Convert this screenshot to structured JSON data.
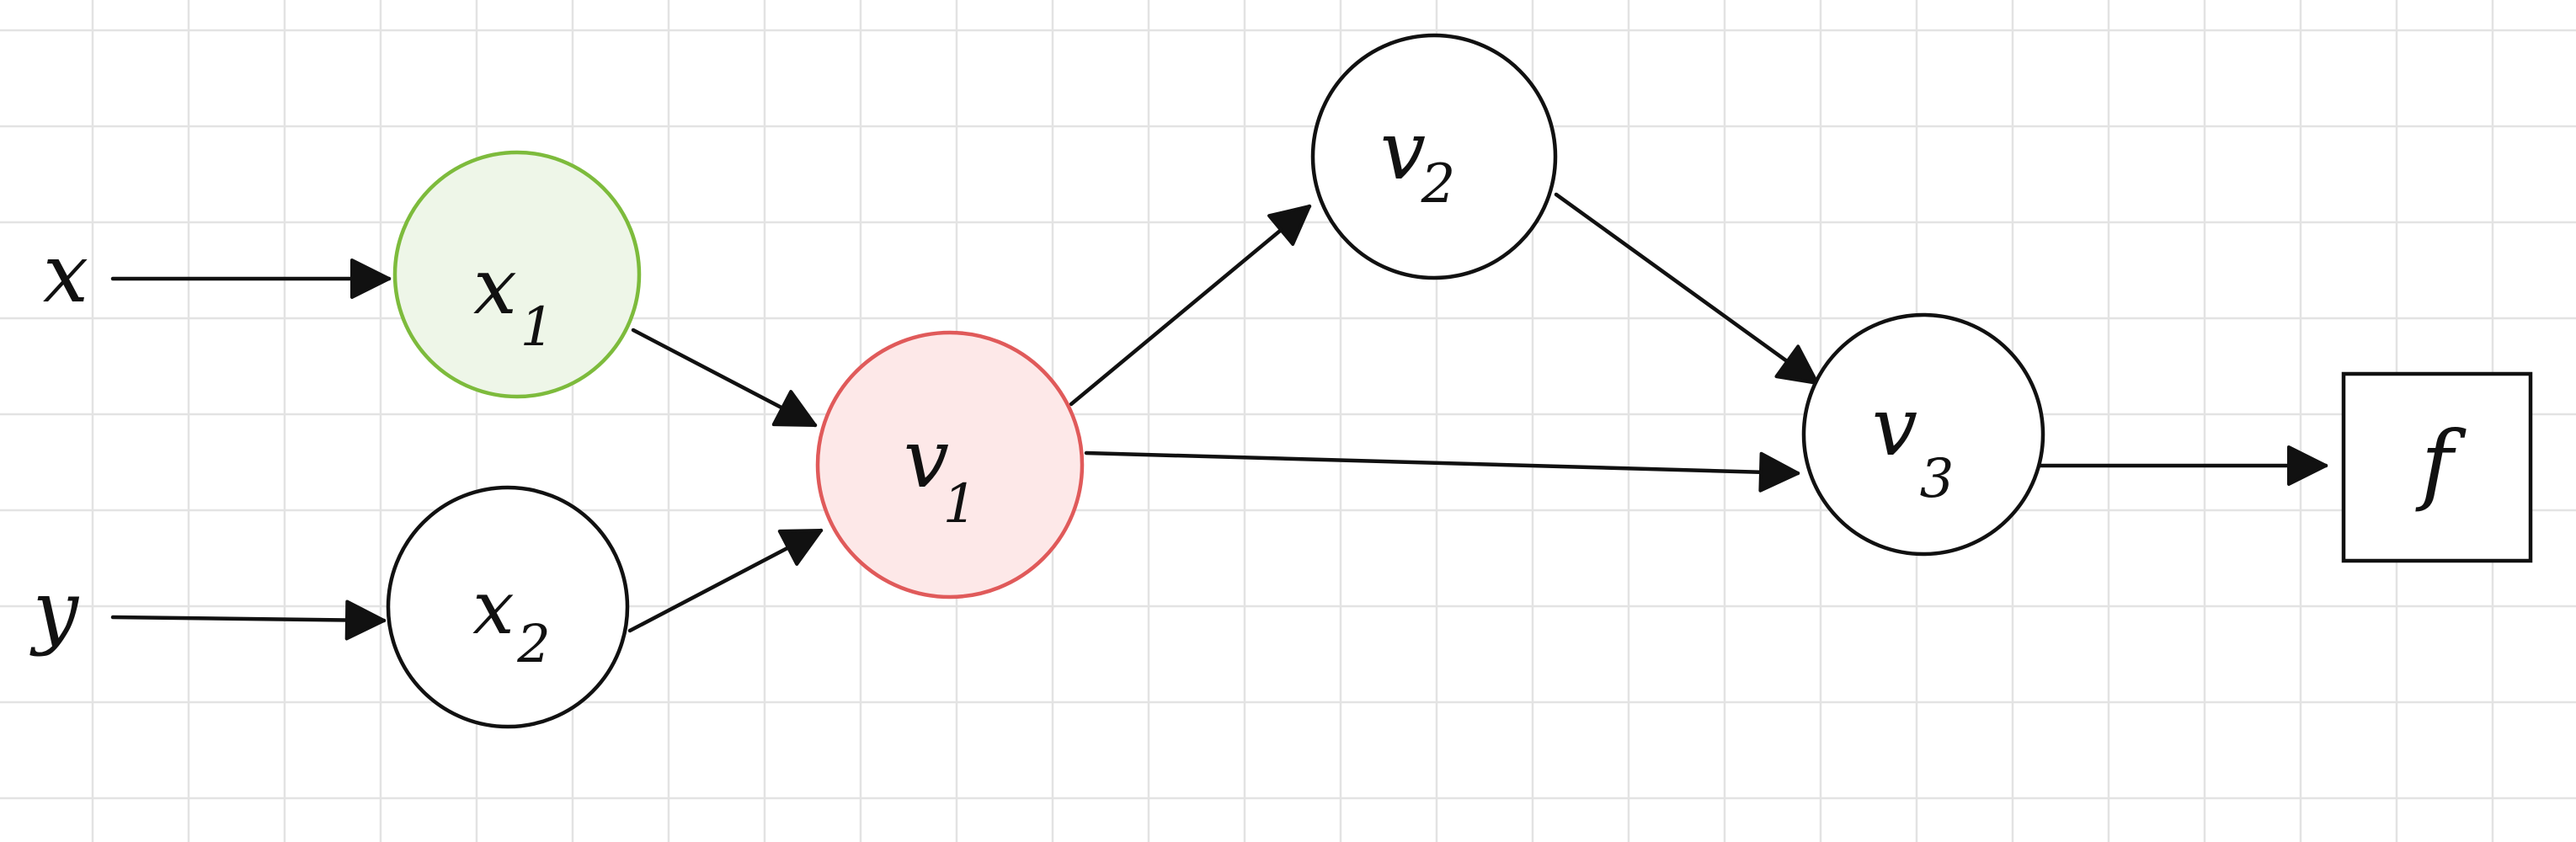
{
  "diagram": {
    "inputs": [
      {
        "id": "x",
        "label": "x"
      },
      {
        "id": "y",
        "label": "y"
      }
    ],
    "nodes": [
      {
        "id": "x1",
        "base": "x",
        "sub": "1",
        "fill": "#eef6e8",
        "stroke": "#7dbb3c"
      },
      {
        "id": "x2",
        "base": "x",
        "sub": "2",
        "fill": "#ffffff",
        "stroke": "#111111"
      },
      {
        "id": "v1",
        "base": "v",
        "sub": "1",
        "fill": "#fde8e8",
        "stroke": "#e05a5a"
      },
      {
        "id": "v2",
        "base": "v",
        "sub": "2",
        "fill": "#ffffff",
        "stroke": "#111111"
      },
      {
        "id": "v3",
        "base": "v",
        "sub": "3",
        "fill": "#ffffff",
        "stroke": "#111111"
      }
    ],
    "output": {
      "id": "f",
      "label": "f"
    },
    "edges": [
      {
        "from": "x",
        "to": "x1"
      },
      {
        "from": "y",
        "to": "x2"
      },
      {
        "from": "x1",
        "to": "v1"
      },
      {
        "from": "x2",
        "to": "v1"
      },
      {
        "from": "v1",
        "to": "v2"
      },
      {
        "from": "v1",
        "to": "v3"
      },
      {
        "from": "v2",
        "to": "v3"
      },
      {
        "from": "v3",
        "to": "f"
      }
    ]
  }
}
